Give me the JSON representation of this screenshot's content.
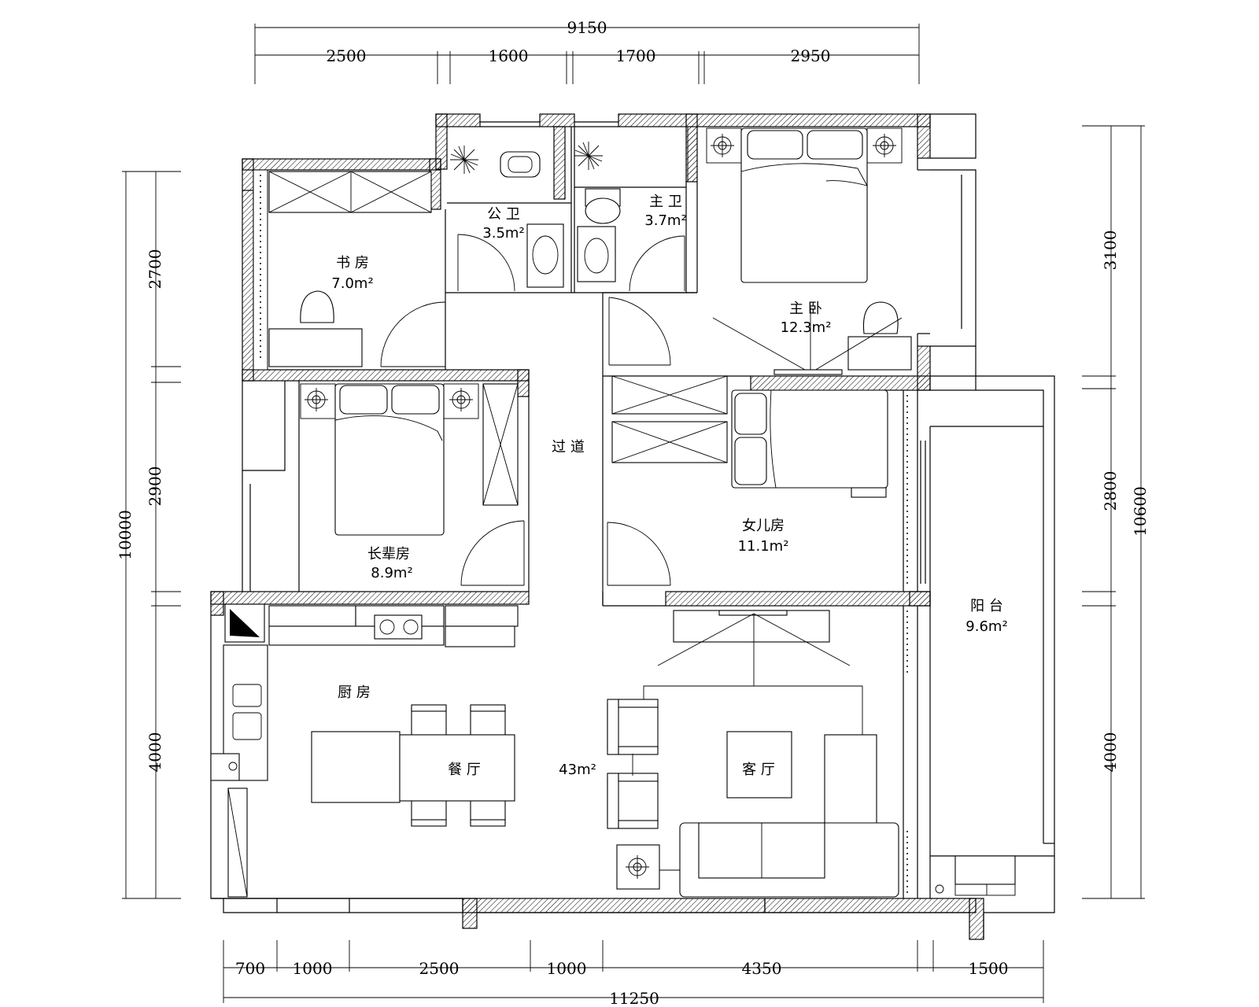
{
  "dimensions": {
    "top_overall": "9150",
    "top_segments": [
      "2500",
      "1600",
      "1700",
      "2950"
    ],
    "bottom_segments": [
      "700",
      "1000",
      "2500",
      "1000",
      "4350",
      "1500"
    ],
    "bottom_overall": "11250",
    "left_overall": "10000",
    "left_segments": [
      "2700",
      "2900",
      "4000"
    ],
    "right_overall": "10600",
    "right_segments": [
      "3100",
      "2800",
      "4000"
    ]
  },
  "rooms": {
    "study": {
      "name": "书 房",
      "area": "7.0m²"
    },
    "public_bath": {
      "name": "公 卫",
      "area": "3.5m²"
    },
    "master_bath": {
      "name": "主 卫",
      "area": "3.7m²"
    },
    "master_bedroom": {
      "name": "主 卧",
      "area": "12.3m²"
    },
    "corridor": {
      "name": "过 道"
    },
    "elder_room": {
      "name": "长辈房",
      "area": "8.9m²"
    },
    "daughter_room": {
      "name": "女儿房",
      "area": "11.1m²"
    },
    "balcony": {
      "name": "阳 台",
      "area": "9.6m²"
    },
    "kitchen": {
      "name": "厨 房"
    },
    "dining": {
      "name": "餐 厅"
    },
    "living_area": {
      "area": "43m²"
    },
    "living": {
      "name": "客 厅"
    }
  }
}
